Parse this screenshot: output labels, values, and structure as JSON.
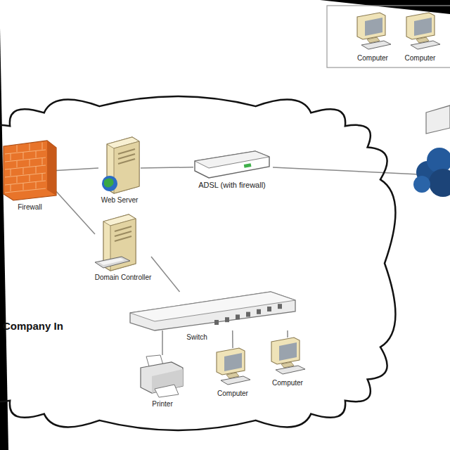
{
  "diagram": {
    "nodes": [
      {
        "text": [
          "Company In"
        ]
      },
      {
        "text": [
          "Firewall"
        ],
        "in": 0
      },
      {
        "text": [
          "Web Server"
        ],
        "in": 0
      },
      {
        "text": [
          "ADSL (with firewall)"
        ],
        "in": 0
      },
      {
        "text": [
          "Domain Controller"
        ],
        "in": 0
      },
      {
        "text": [
          "Switch"
        ],
        "in": 0
      },
      {
        "text": [
          "Computer"
        ],
        "in": 0
      },
      {
        "text": [
          "Computer"
        ],
        "in": 0
      },
      {
        "text": [
          "Printer"
        ],
        "in": 0
      },
      {
        "text": [
          "Computer"
        ]
      },
      {
        "text": [
          "Computer"
        ]
      }
    ],
    "edges": [
      {
        "from": 1,
        "to": 2,
        "arrow": "none"
      },
      {
        "from": 2,
        "to": 3,
        "arrow": "none"
      },
      {
        "from": 1,
        "to": 4,
        "arrow": "none"
      },
      {
        "from": 4,
        "to": 5,
        "arrow": "none"
      },
      {
        "from": 5,
        "to": 6,
        "arrow": "none"
      },
      {
        "from": 5,
        "to": 7,
        "arrow": "none"
      },
      {
        "from": 5,
        "to": 8,
        "arrow": "none"
      }
    ]
  }
}
